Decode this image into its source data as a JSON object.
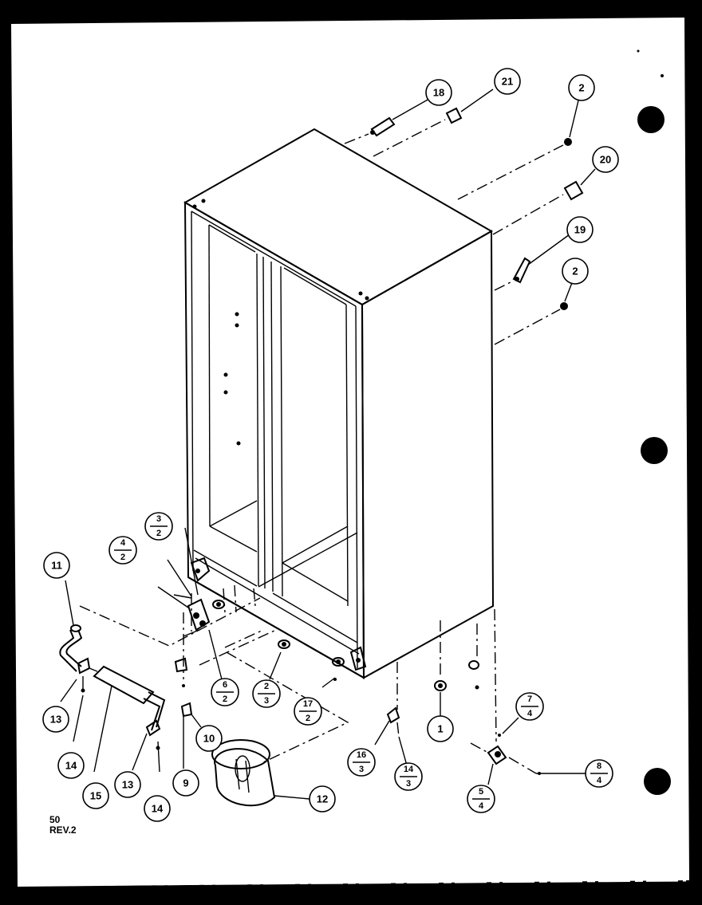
{
  "callouts": [
    {
      "id": "c18",
      "label": "18"
    },
    {
      "id": "c21",
      "label": "21"
    },
    {
      "id": "c2a",
      "label": "2"
    },
    {
      "id": "c20",
      "label": "20"
    },
    {
      "id": "c19",
      "label": "19"
    },
    {
      "id": "c2b",
      "label": "2"
    },
    {
      "id": "c11",
      "label": "11"
    },
    {
      "id": "c13a",
      "label": "13"
    },
    {
      "id": "c14a",
      "label": "14"
    },
    {
      "id": "c15",
      "label": "15"
    },
    {
      "id": "c13b",
      "label": "13"
    },
    {
      "id": "c14b",
      "label": "14"
    },
    {
      "id": "c9",
      "label": "9"
    },
    {
      "id": "c10",
      "label": "10"
    },
    {
      "id": "c12",
      "label": "12"
    },
    {
      "id": "c1",
      "label": "1"
    }
  ],
  "fraction_callouts": [
    {
      "id": "f32",
      "top": "3",
      "bottom": "2"
    },
    {
      "id": "f42",
      "top": "4",
      "bottom": "2"
    },
    {
      "id": "f62",
      "top": "6",
      "bottom": "2"
    },
    {
      "id": "f23",
      "top": "2",
      "bottom": "3"
    },
    {
      "id": "f172",
      "top": "17",
      "bottom": "2"
    },
    {
      "id": "f163",
      "top": "16",
      "bottom": "3"
    },
    {
      "id": "f143",
      "top": "14",
      "bottom": "3"
    },
    {
      "id": "f74",
      "top": "7",
      "bottom": "4"
    },
    {
      "id": "f84",
      "top": "8",
      "bottom": "4"
    },
    {
      "id": "f54",
      "top": "5",
      "bottom": "4"
    }
  ],
  "footer": {
    "code": "50",
    "revision": "REV.2"
  }
}
